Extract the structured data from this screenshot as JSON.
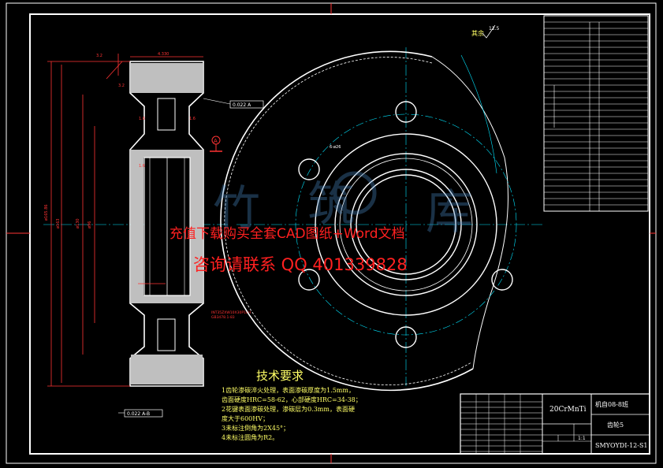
{
  "title_block": {
    "material": "20CrMnTi",
    "part_name": "齿轮5",
    "drawing_no": "SMYOYDI-12-S1",
    "scale": "1:1",
    "project": "机自08-8班"
  },
  "tech_requirements": {
    "heading": "技术要求",
    "lines": [
      "1齿轮渗碳淬火处理，表面渗碳厚度为1.5mm，",
      "齿面硬度HRC=58-62，心部硬度HRC=34-38；",
      "2花键表面渗碳处理，渗碳层为0.3mm，表面硬",
      "度大于600HV；",
      "3未标注倒角为2X45°；",
      "4未标注圆角为R2。"
    ]
  },
  "watermark": {
    "line1": "充值下载购买全套CAD图纸+Word文档",
    "line2": "咨询请联系  QQ 401339828"
  },
  "roughness": {
    "other": "其余",
    "value": "12.5"
  },
  "tolerance_frames": {
    "runout_top": "0.022 A",
    "runout_bottom": "0.022 A-B"
  },
  "datum": "A",
  "colors": {
    "line": "#ffffff",
    "center": "#00e5ff",
    "dim": "#ff3333",
    "note": "#ffff66",
    "water": "#ff2020"
  }
}
